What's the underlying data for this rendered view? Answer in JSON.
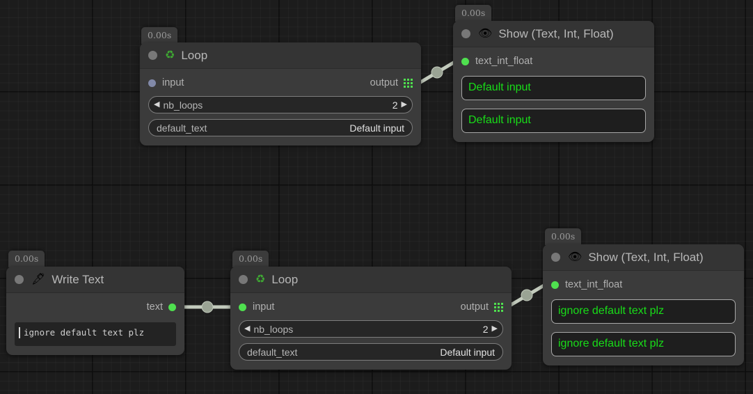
{
  "canvas": {
    "background_color": "#1c1c1c",
    "grid_color": "#2a2a2a"
  },
  "colors": {
    "node_body": "#3b3b3b",
    "node_header": "#343434",
    "port_connected": "#4fe04f",
    "port_unconnected": "#8189a8",
    "value_text_green": "#18dd18",
    "link": "#c3cbbd"
  },
  "nodes": [
    {
      "id": "loop-top",
      "time_badge": "0.00s",
      "icon": "recycle-icon",
      "icon_glyph": "♻",
      "title": "Loop",
      "input_port": {
        "label": "input",
        "state": "unconnected"
      },
      "output_port": {
        "label": "output",
        "icon": "list-grid-icon"
      },
      "widgets": [
        {
          "type": "stepper",
          "label": "nb_loops",
          "value": "2",
          "left_arrow": "◀",
          "right_arrow": "▶"
        },
        {
          "type": "text",
          "label": "default_text",
          "value": "Default input"
        }
      ]
    },
    {
      "id": "show-top",
      "time_badge": "0.00s",
      "icon": "eye-icon",
      "icon_glyph": "👁",
      "title": "Show (Text, Int, Float)",
      "input_port": {
        "label": "text_int_float",
        "state": "connected"
      },
      "value_boxes": [
        "Default input",
        "Default input"
      ]
    },
    {
      "id": "write-text",
      "time_badge": "0.00s",
      "icon": "pen-nib-icon",
      "icon_glyph": "🖋",
      "title": "Write Text",
      "output_port": {
        "label": "text",
        "state": "connected"
      },
      "textarea": {
        "value": "ignore default text plz",
        "caret": true
      }
    },
    {
      "id": "loop-bottom",
      "time_badge": "0.00s",
      "icon": "recycle-icon",
      "icon_glyph": "♻",
      "title": "Loop",
      "input_port": {
        "label": "input",
        "state": "connected"
      },
      "output_port": {
        "label": "output",
        "icon": "list-grid-icon"
      },
      "widgets": [
        {
          "type": "stepper",
          "label": "nb_loops",
          "value": "2",
          "left_arrow": "◀",
          "right_arrow": "▶"
        },
        {
          "type": "text",
          "label": "default_text",
          "value": "Default input"
        }
      ]
    },
    {
      "id": "show-bottom",
      "time_badge": "0.00s",
      "icon": "eye-icon",
      "icon_glyph": "👁",
      "title": "Show (Text, Int, Float)",
      "input_port": {
        "label": "text_int_float",
        "state": "connected"
      },
      "value_boxes": [
        "ignore default text plz",
        "ignore default text plz"
      ]
    }
  ],
  "links": [
    {
      "id": "link-loop-top-to-show-top",
      "from": "loop-top.output",
      "to": "show-top.text_int_float"
    },
    {
      "id": "link-write-text-to-loop-bottom",
      "from": "write-text.text",
      "to": "loop-bottom.input"
    },
    {
      "id": "link-loop-bottom-to-show-bottom",
      "from": "loop-bottom.output",
      "to": "show-bottom.text_int_float"
    }
  ]
}
